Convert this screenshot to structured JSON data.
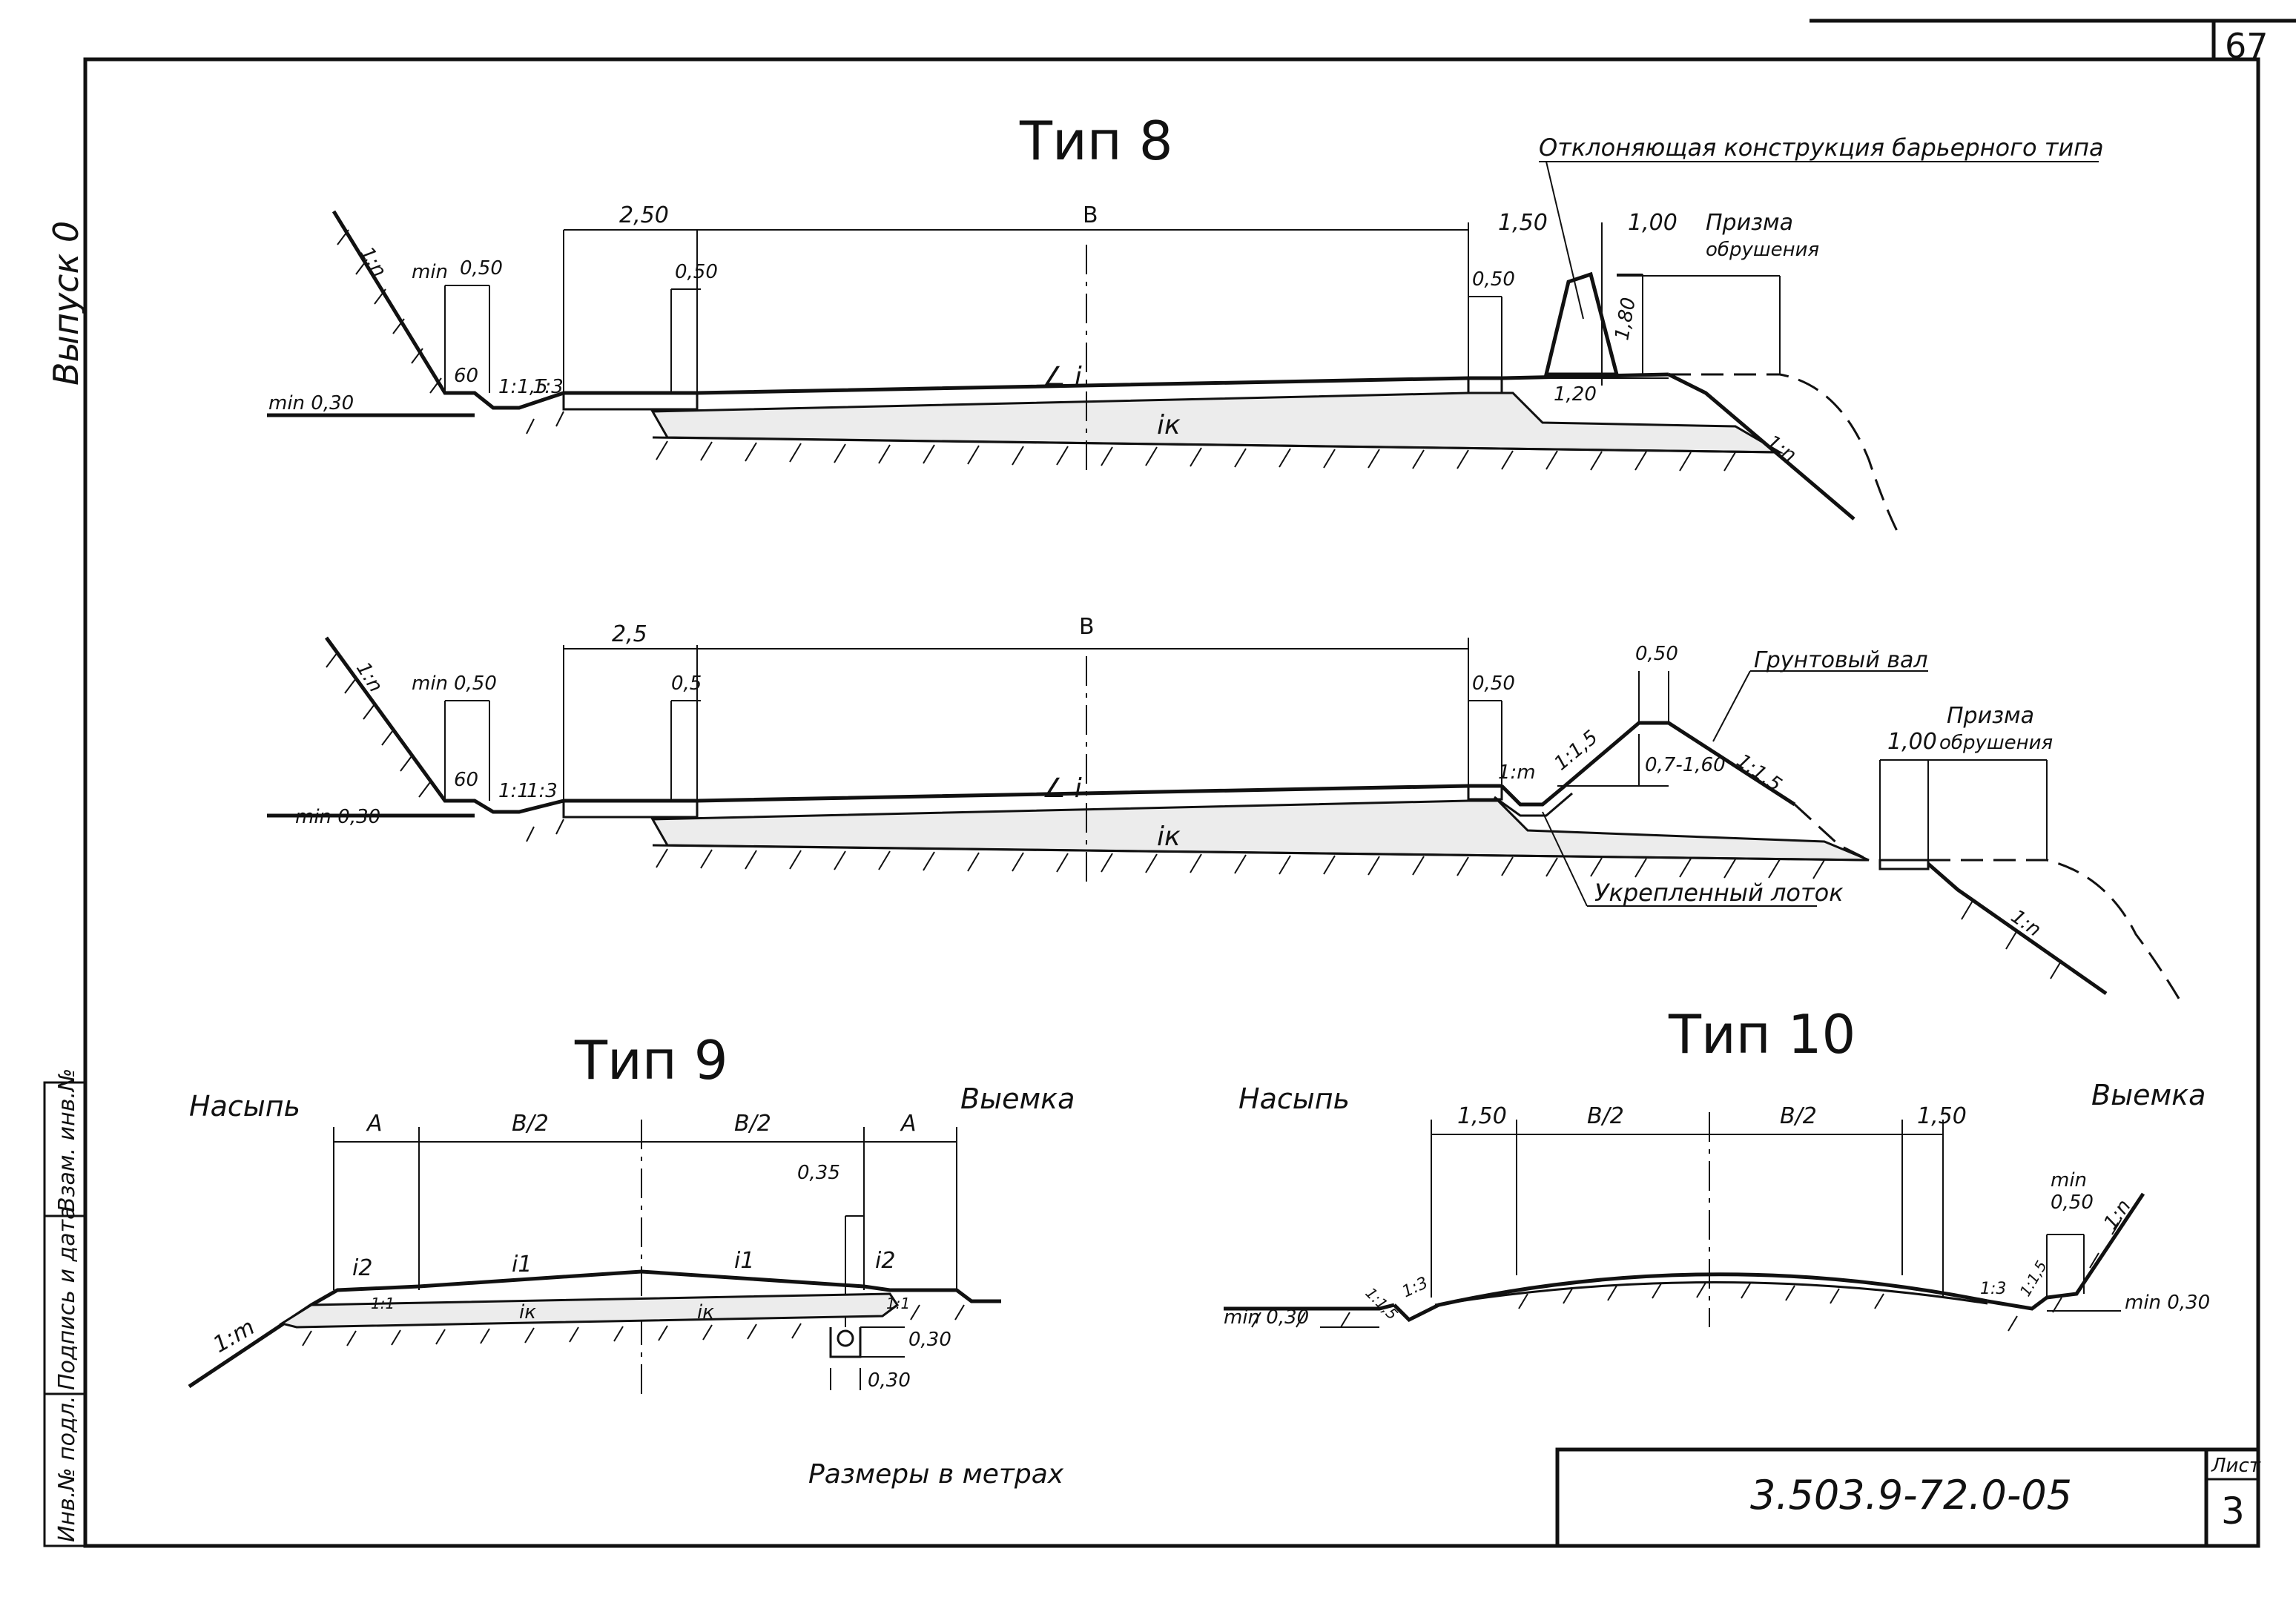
{
  "sheet": {
    "page_number": "67",
    "side_label": "Выпуск 0",
    "code": "3.503.9-72.0-05",
    "list_label": "Лист",
    "list_number": "3",
    "dims_note": "Размеры в метрах",
    "stamp": [
      "Инв.№ подл.",
      "Подпись и дата",
      "Взам. инв.№"
    ]
  },
  "type8": {
    "title": "Тип 8",
    "barrier_label": "Отклоняющая конструкция барьерного типа",
    "prism_label_1": "Призма",
    "prism_label_2": "обрушения",
    "dims": {
      "d250": "2,50",
      "B": "B",
      "d150": "1,50",
      "d100": "1,00",
      "d050a": "0,50",
      "d050b": "0,50",
      "min050": "0,50",
      "min_text": "min",
      "min030": "min 0,30",
      "d180": "1,80",
      "d120": "1,20",
      "slope_1n_left": "1:n",
      "slope_1n_right": "1:n",
      "s60": "60",
      "s15": "1:1,5",
      "s13": "1:3",
      "i": "i",
      "ik": "iк"
    }
  },
  "type8b": {
    "soil_bank_label": "Грунтовый вал",
    "prism_label_1": "Призма",
    "prism_label_2": "обрушения",
    "tray_label": "Укрепленный лоток",
    "dims": {
      "d25": "2,5",
      "B": "B",
      "d05": "0,5",
      "d050": "0,50",
      "d050top": "0,50",
      "d100": "1,00",
      "min050": "0,50",
      "min_text": "min",
      "min030": "min 0,30",
      "h": "0,7-1,60",
      "s15l": "1:1,5",
      "s15r": "1:1,5",
      "s1m": "1:m",
      "slope_1n_left": "1:n",
      "slope_1n_right": "1:n",
      "s60": "60",
      "s1": "1:1",
      "s13": "1:3",
      "i": "i",
      "ik": "iк"
    }
  },
  "type9": {
    "title": "Тип 9",
    "left_label": "Насыпь",
    "right_label": "Выемка",
    "dims": {
      "A_left": "A",
      "B2_left": "B/2",
      "B2_right": "B/2",
      "A_right": "A",
      "d035": "0,35",
      "d030a": "0,30",
      "d030b": "0,30",
      "i2_left": "i2",
      "i1_left": "i1",
      "i1_right": "i1",
      "i2_right": "i2",
      "ik_left": "iк",
      "ik_right": "iк",
      "s1m": "1:m",
      "s11l": "1:1",
      "s11r": "1:1"
    }
  },
  "type10": {
    "title": "Тип 10",
    "left_label": "Насыпь",
    "right_label": "Выемка",
    "dims": {
      "d150l": "1,50",
      "B2l": "B/2",
      "B2r": "B/2",
      "d150r": "1,50",
      "min_text": "min",
      "min050": "0,50",
      "min030l": "min 0,30",
      "min030r": "min 0,30",
      "s15l": "1:1,5",
      "s13l": "1:3",
      "s13r": "1:3",
      "s15r": "1:1,5",
      "s1n": "1:n"
    }
  }
}
